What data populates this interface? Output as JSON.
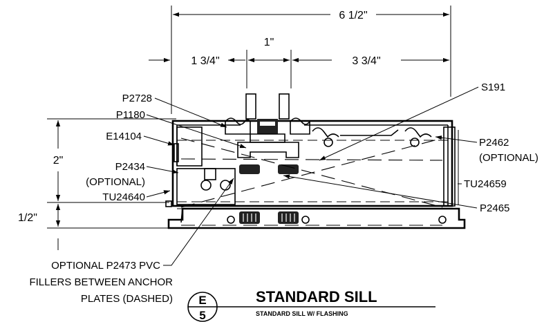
{
  "dimensions": {
    "overall_width": "6 1/2\"",
    "center_width": "1\"",
    "left_width": "1 3/4\"",
    "right_width": "3 3/4\"",
    "frame_height": "2\"",
    "base_height": "1/2\""
  },
  "callouts": {
    "p2728": "P2728",
    "p1180": "P1180",
    "e14104": "E14104",
    "p2434": "P2434",
    "p2434_note": "(OPTIONAL)",
    "tu24640": "TU24640",
    "s191": "S191",
    "p2462": "P2462",
    "p2462_note": "(OPTIONAL)",
    "tu24659": "TU24659",
    "p2465": "P2465",
    "optional_fillers_line1": "OPTIONAL P2473 PVC",
    "optional_fillers_line2": "FILLERS BETWEEN ANCHOR",
    "optional_fillers_line3": "PLATES (DASHED)"
  },
  "title_block": {
    "detail_letter": "E",
    "detail_number": "5",
    "title": "STANDARD SILL",
    "subtitle": "STANDARD SILL W/ FLASHING"
  }
}
